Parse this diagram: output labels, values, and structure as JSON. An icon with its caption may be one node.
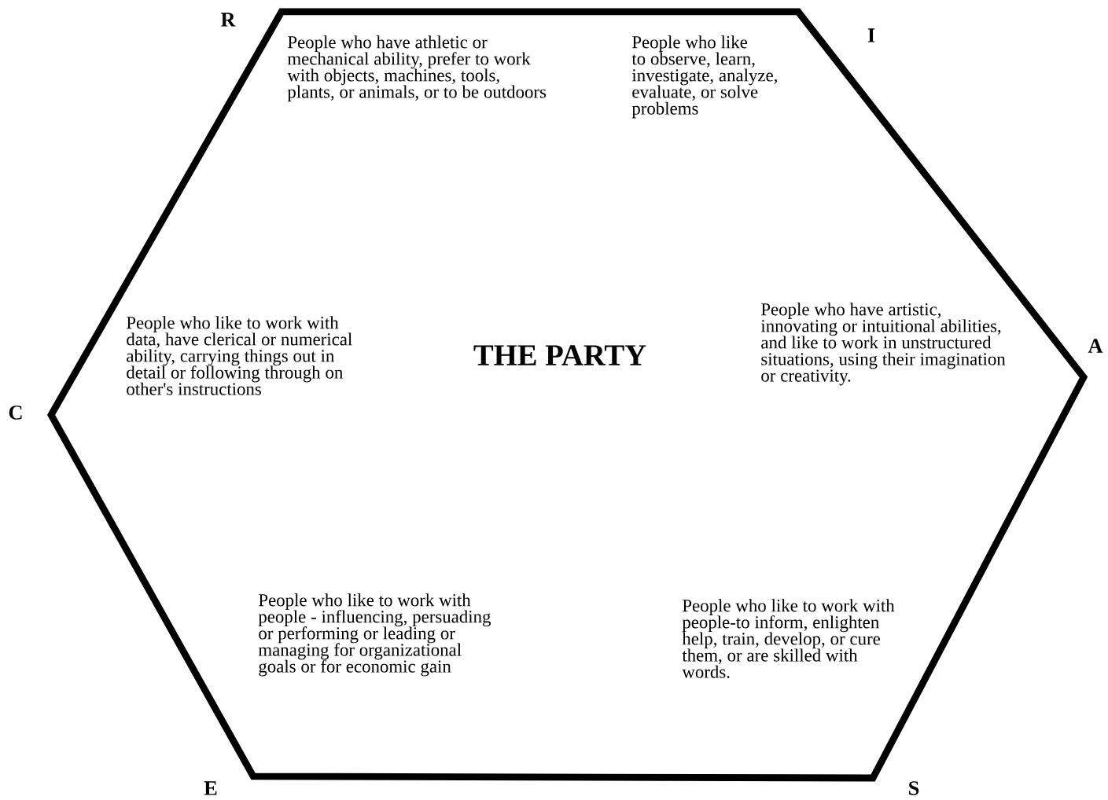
{
  "diagram": {
    "nodes": [
      {
        "text": [
          "People who have athletic or mechanical ability, prefer to work with objects, machines, tools, plants, or animals, or to be outdoors",
          "People who like to observe, learn, investigate, analyze, evaluate, or solve problems",
          "People who like to work with data, have clerical or numerical ability, carrying things out in detail or following through on other's instructions",
          "THE PARTY",
          "People who have artistic, innovating or intuitional abilities, and like to work in unstructured situations, using their imagination or creativity.",
          "People who like to work with people - influencing, persuading or performing or leading or managing for organizational goals or for economic gain",
          "People who like to work with people-to inform, enlighten help, train, develop, or cure them, or are skilled with words."
        ]
      }
    ],
    "labels": [
      "R",
      "I",
      "C",
      "A",
      "E",
      "S"
    ]
  }
}
